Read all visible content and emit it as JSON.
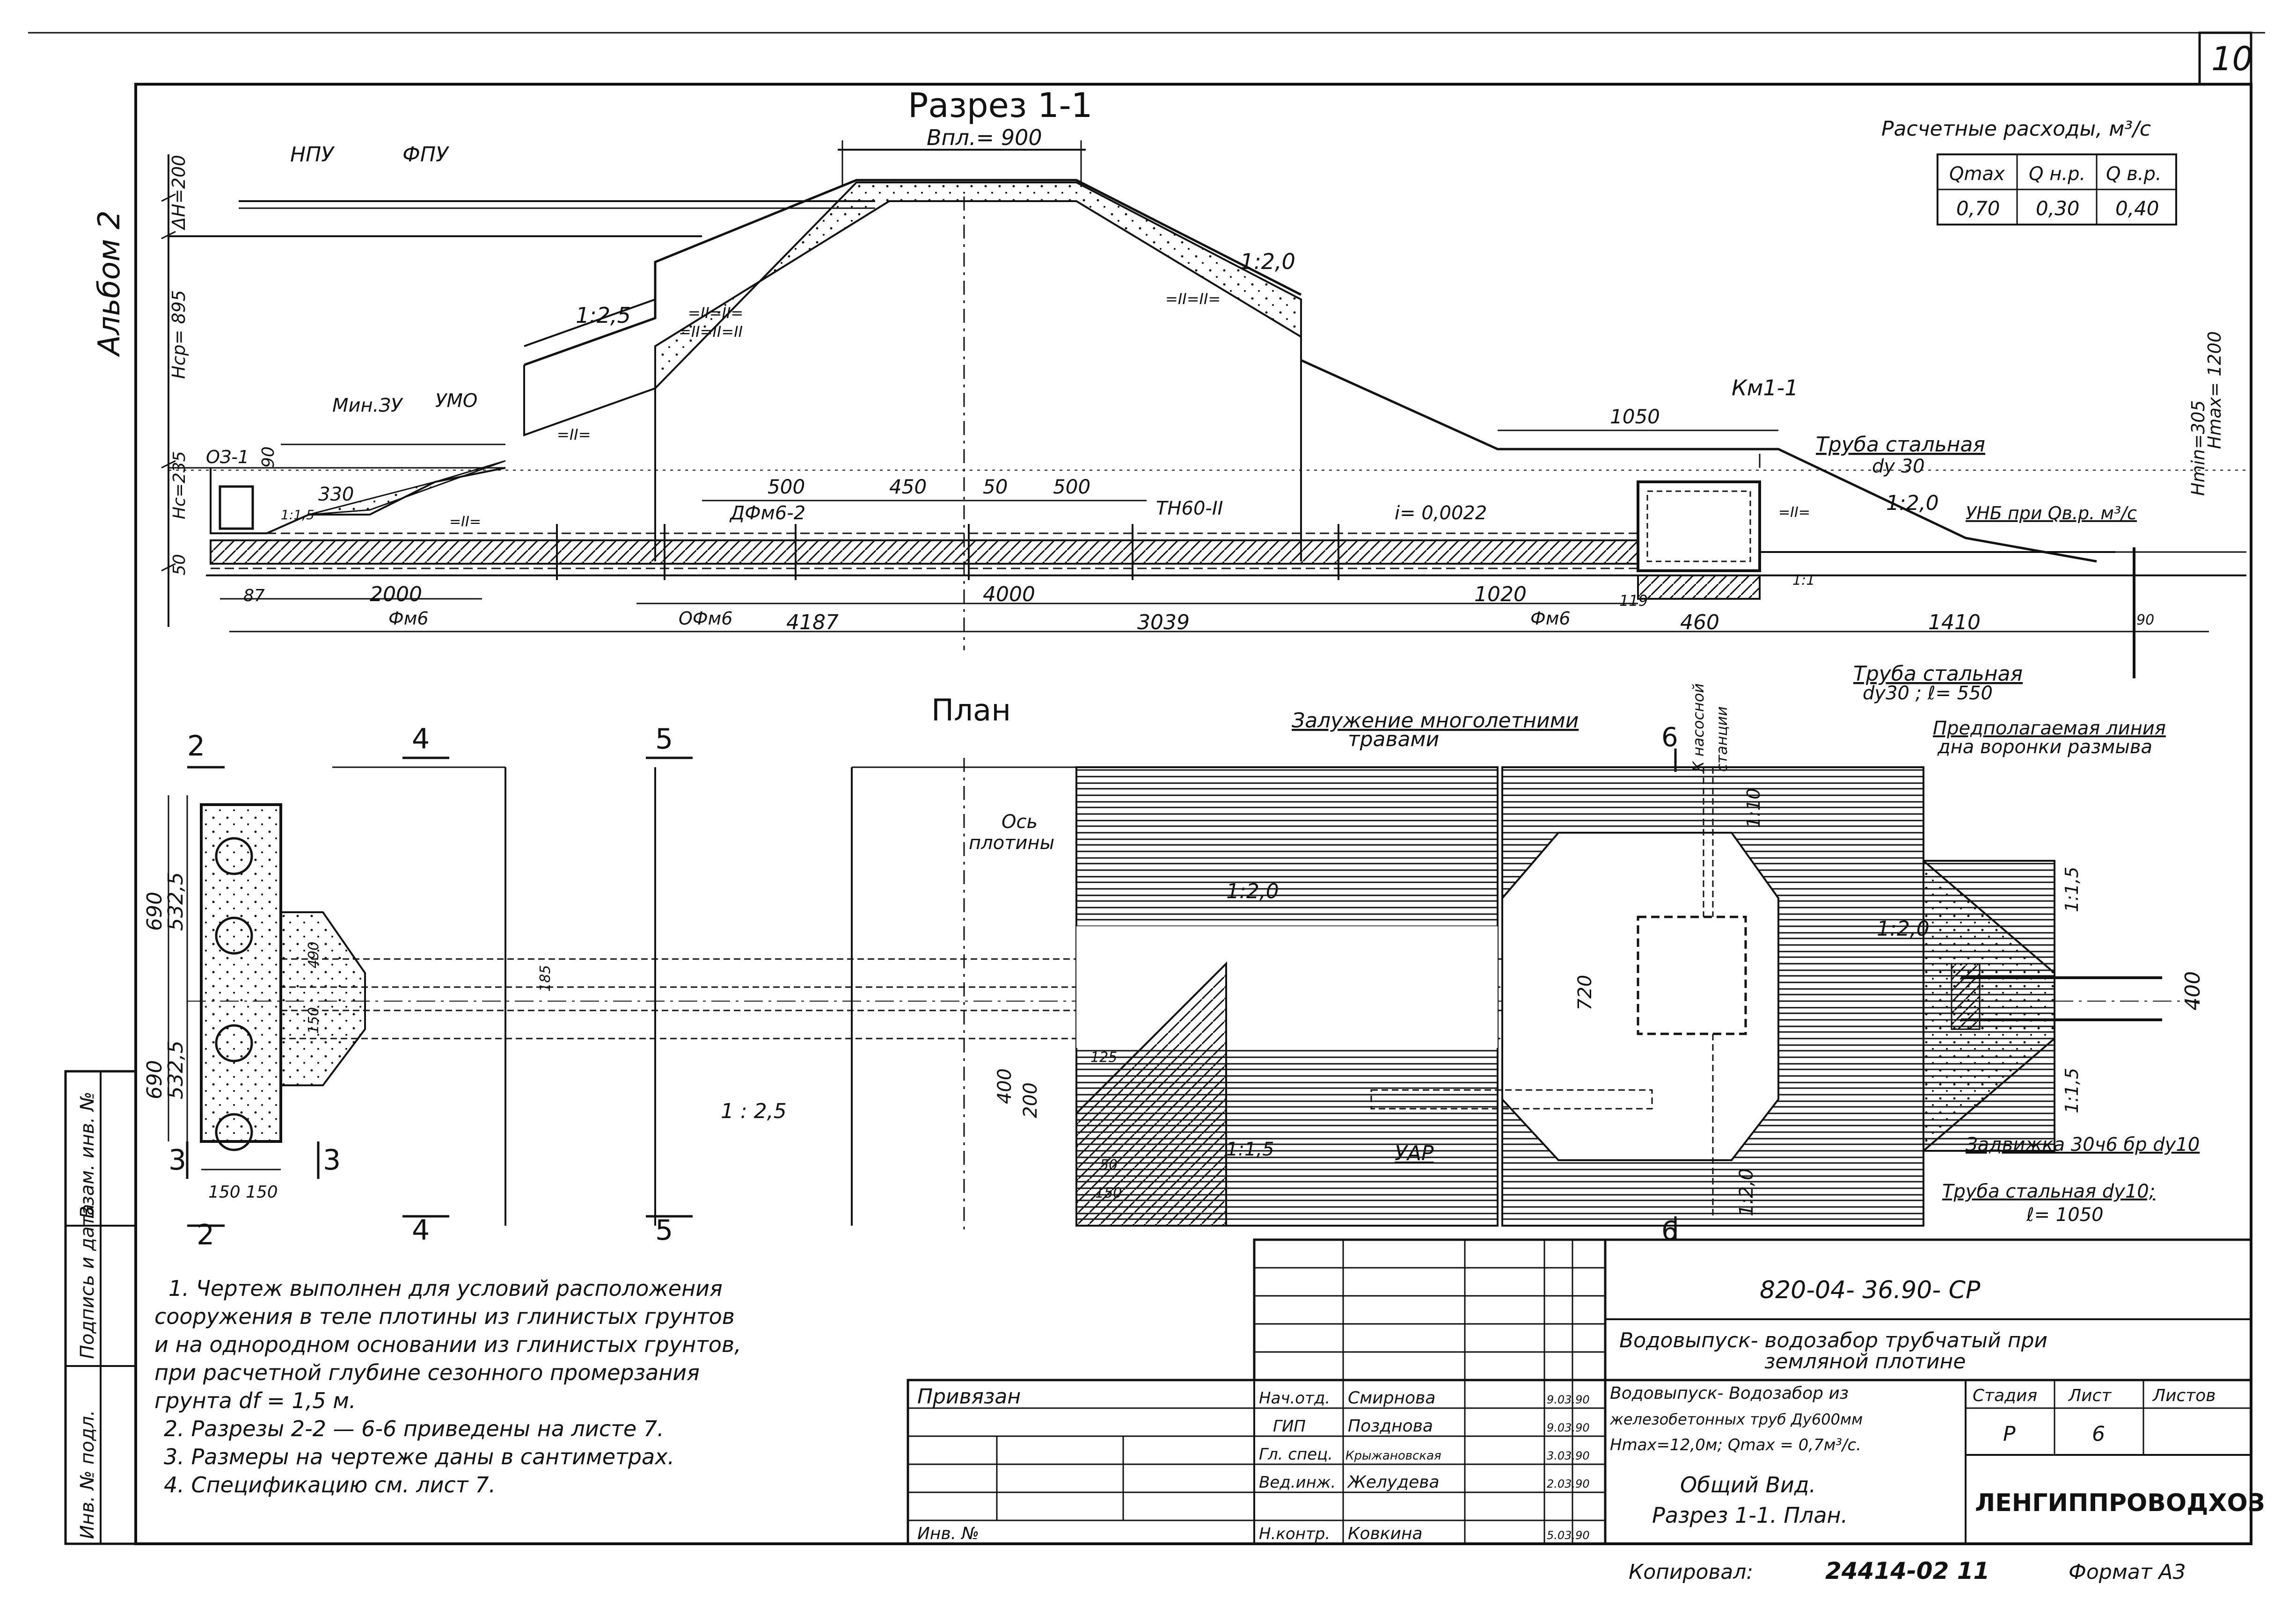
{
  "sheet_number": "10",
  "album_label": "Альбом 2",
  "section": {
    "title": "Разрез 1-1",
    "crest_width": "Bпл.= 900",
    "water_levels": [
      "НПУ",
      "ФПУ",
      "Мин.ЗУ",
      "УМО"
    ],
    "heights": {
      "dh": "ΔН=200",
      "hcp": "Нср= 895",
      "hc": "Нс=235",
      "h50": "50",
      "hmin": "Нmin=305",
      "hmax": "Нmax= 1200"
    },
    "slopes": {
      "upstream": "1:2,5",
      "downstream": "1:2,0",
      "bottom_downstream": "1:2,0",
      "small_up": "1:1,5",
      "bank": "1:1"
    },
    "labels": {
      "oz": "ОЗ-1",
      "dim90": "90",
      "dim330": "330",
      "dim2000": "2000",
      "dim87": "87",
      "fm6_left": "Фм6",
      "ofm6": "ОФм6",
      "fm6_right": "Фм6",
      "dfm6": "ДФм6-2",
      "tn": "ТН60-II",
      "slope_i": "i= 0,0022",
      "dim500a": "500",
      "dim450": "450",
      "dim50": "50",
      "dim500b": "500",
      "dim4187": "4187",
      "dim4000": "4000",
      "dim3039": "3039",
      "dim1020": "1020",
      "dim119": "119",
      "dim460": "460",
      "dim1410": "1410",
      "dim1050": "1050",
      "dim90b": "90",
      "km": "Км1-1",
      "pipe_steel": "Труба стальная",
      "pipe_dy30": "dу 30",
      "unb": "УНБ при Qв.р.  м³/с",
      "pipe2": "Труба стальная",
      "pipe2_spec": "dу30 ;  ℓ= 550",
      "erosion": "Предполагаемая линия",
      "erosion2": "дна воронки размыва",
      "pump": "К насосной",
      "pump2": "станции"
    },
    "fill_marks": [
      "=II=II=",
      "=II=II=II",
      "=II=",
      "=II=",
      "=II=II=",
      "=II="
    ]
  },
  "flow_table": {
    "title": "Расчетные расходы, м³/с",
    "headers": [
      "Qmax",
      "Q н.р.",
      "Q в.р."
    ],
    "values": [
      "0,70",
      "0,30",
      "0,40"
    ]
  },
  "plan": {
    "title": "План",
    "section_marks": [
      "2",
      "2",
      "3",
      "3",
      "4",
      "4",
      "5",
      "5",
      "6",
      "6"
    ],
    "labels": {
      "dim690a": "690",
      "dim5325a": "532,5",
      "dim690b": "690",
      "dim5325b": "532,5",
      "dim150a": "150",
      "dim150b": "150",
      "dim490": "490",
      "dim150c": "150",
      "dim185": "185",
      "dim400": "400",
      "dim200": "200",
      "dim125": "125",
      "dim50": "50",
      "dim150d": "150",
      "dim720": "720",
      "dim400r": "400",
      "slope25": "1 : 2,5",
      "slope20a": "1:2,0",
      "slope15": "1:1,5",
      "slope110": "1:10",
      "slope20b": "1:2,0",
      "slope20c": "1:2,0",
      "slope115a": "1:1,5",
      "slope115b": "1:1,5",
      "axis": "Ось",
      "axis2": "плотины",
      "grass": "Залужение многолетними",
      "grass2": "травами",
      "uap": "УАР",
      "valve": "Задвижка 30ч6 бр dу10",
      "pipe3": "Труба стальная dу10;",
      "pipe3b": "ℓ= 1050"
    }
  },
  "notes": [
    "1. Чертеж выполнен для условий расположения",
    "сооружения в теле плотины из глинистых грунтов",
    "и на однородном основании из глинистых грунтов,",
    "при расчетной глубине сезонного промерзания",
    "грунта  df = 1,5 м.",
    "2. Разрезы  2-2 — 6-6  приведены на листе 7.",
    "3. Размеры на чертеже даны в сантиметрах.",
    "4. Спецификацию   см.   лист 7."
  ],
  "left_stamp": [
    "Инв. № подл.",
    "Подпись и дата",
    "Взам. инв. №"
  ],
  "title_block": {
    "doc_code": "820-04- 36.90- СР",
    "project": "Водовыпуск- водозабор трубчатый  при",
    "project2": "земляной плотине",
    "privyazan": "Привязан",
    "inv": "Инв. №",
    "roles": [
      "Нач.отд.",
      "ГИП",
      "Гл. спец.",
      "Вед.инж.",
      "Н.контр."
    ],
    "names": [
      "Смирнова",
      "Позднова",
      "Крыжановская",
      "Желудева",
      "Ковкина"
    ],
    "dates": [
      "9.03.90",
      "9.03.90",
      "3.03.90",
      "2.03.90",
      "5.03.90"
    ],
    "desc": [
      "Водовыпуск- Водозабор из",
      "железобетонных труб Дy600мм",
      "Нmax=12,0м; Qmax = 0,7м³/с."
    ],
    "sheet_title": [
      "Общий  Вид.",
      "Разрез 1-1.  План."
    ],
    "stage_headers": [
      "Стадия",
      "Лист",
      "Листов"
    ],
    "stage_values": [
      "Р",
      "6",
      ""
    ],
    "org": "ЛЕНГИППРОВОДХОЗ"
  },
  "footer": {
    "copied": "Копировал:",
    "number": "24414-02  11",
    "format": "Формат  А3"
  }
}
